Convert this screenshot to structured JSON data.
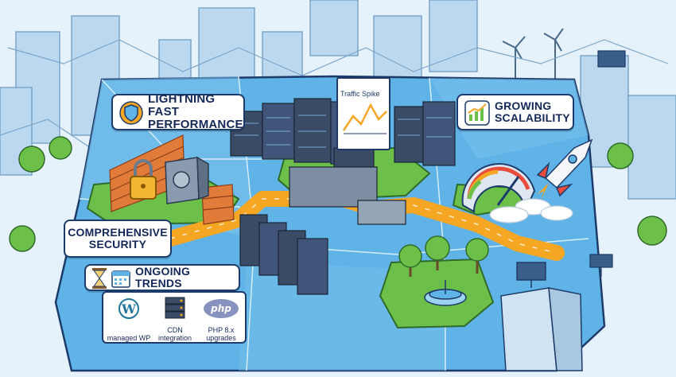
{
  "labels": {
    "performance": "LIGHTNING FAST PERFORMANCE",
    "scalability": "GROWING SCALABILITY",
    "security": "COMPREHENSIVE SECURITY",
    "trends": "ONGOING TRENDS"
  },
  "chart_sign": "Traffic Spike",
  "logos": [
    {
      "name": "wordpress-logo",
      "caption": "managed WP"
    },
    {
      "name": "cdn-server-icon",
      "caption": "CDN integration"
    },
    {
      "name": "php-logo",
      "text": "php",
      "caption": "PHP 8.x upgrades"
    }
  ],
  "colors": {
    "sky": "#d9ecf8",
    "map": "#5fb3e6",
    "road": "#f5a623",
    "grass": "#6cc04a",
    "server": "#3a4b66",
    "outline": "#1d3b6a",
    "brick": "#e07b3a"
  }
}
